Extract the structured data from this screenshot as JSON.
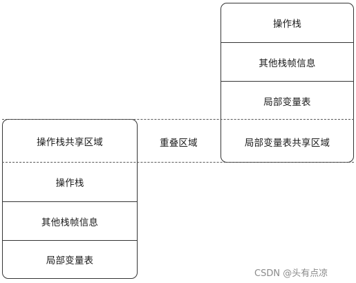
{
  "upper_frame": {
    "cells": [
      {
        "label": "操作栈"
      },
      {
        "label": "其他栈帧信息"
      },
      {
        "label": "局部变量表"
      },
      {
        "label": "局部变量表共享区域"
      }
    ]
  },
  "lower_frame": {
    "cells": [
      {
        "label": "操作栈共享区域"
      },
      {
        "label": "操作栈"
      },
      {
        "label": "其他栈帧信息"
      },
      {
        "label": "局部变量表"
      }
    ]
  },
  "overlap_label": "重叠区域",
  "watermark": "CSDN @头有点凉"
}
